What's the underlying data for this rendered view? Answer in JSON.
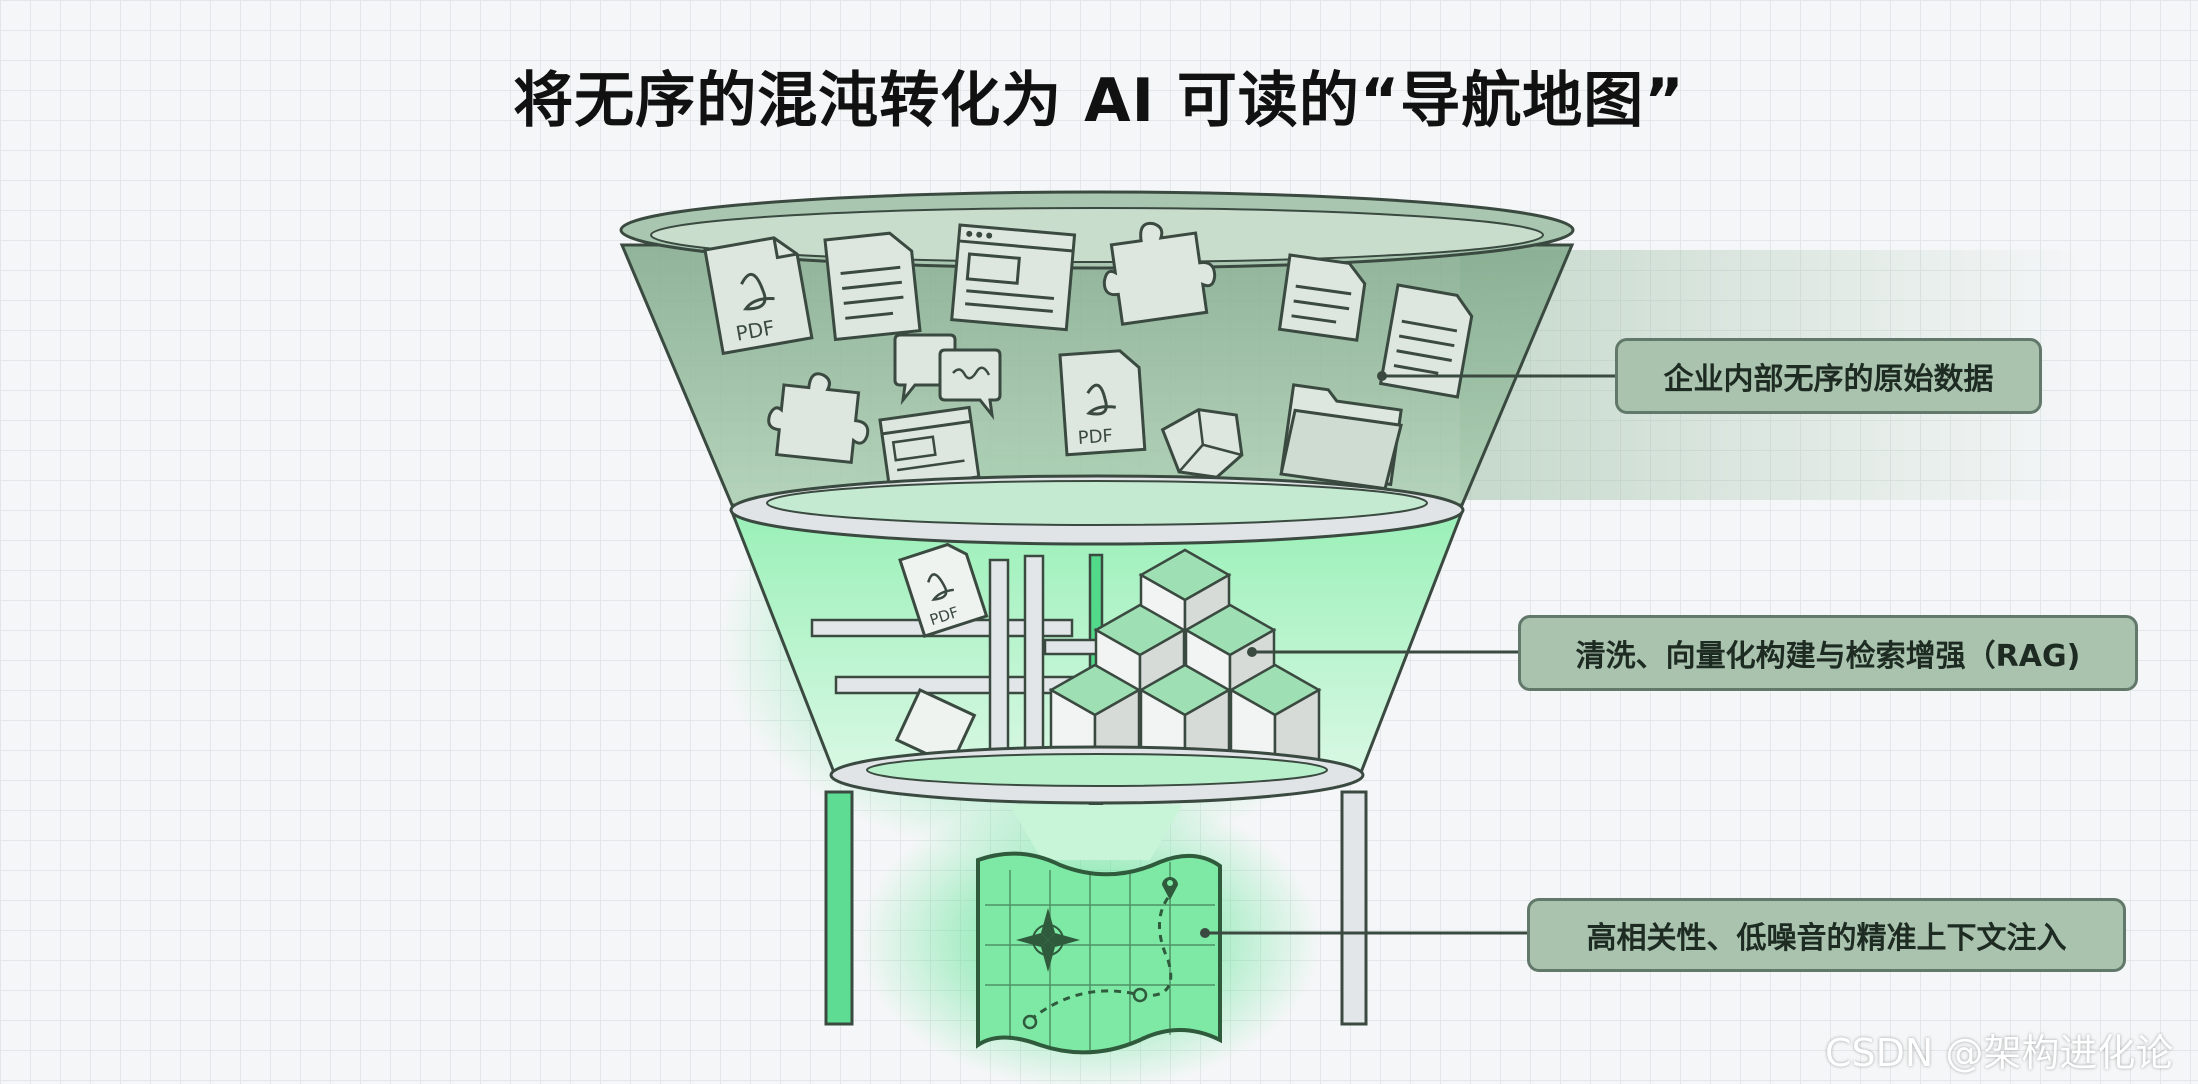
{
  "title": "将无序的混沌转化为 AI 可读的“导航地图”",
  "labels": {
    "raw_data": "企业内部无序的原始数据",
    "processing": "清洗、向量化构建与检索增强（RAG)",
    "output": "高相关性、低噪音的精准上下文注入"
  },
  "icons": {
    "pdf_label": "PDF",
    "pdf_label_2": "PDF",
    "pdf_label_3": "PDF"
  },
  "watermark": "CSDN @架构进化论",
  "colors": {
    "funnel_upper": "#8db596",
    "funnel_glow": "#4be08a",
    "label_fill": "#a9c3ae",
    "label_border": "#62786a",
    "outline": "#3b4a40"
  }
}
